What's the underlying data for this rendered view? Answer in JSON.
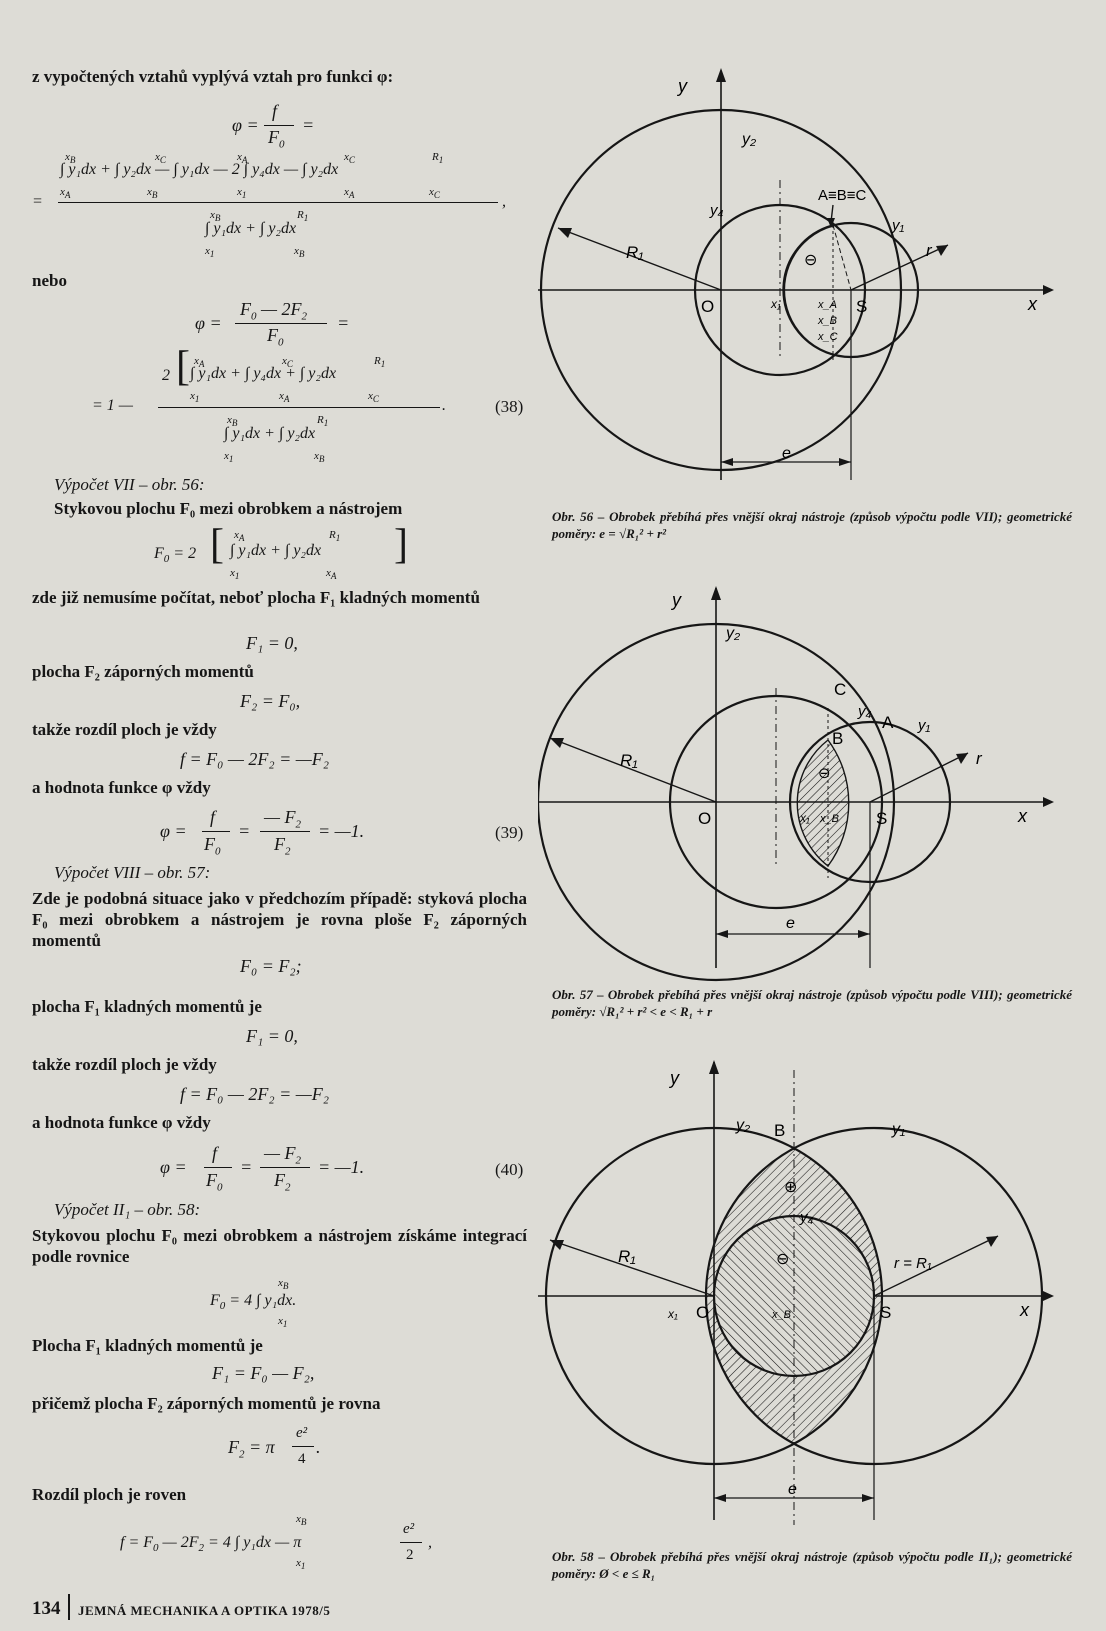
{
  "text": {
    "intro": "z vypočtených vztahů vyplývá vztah pro funkci φ:",
    "nebo": "nebo",
    "sec7": "Výpočet VII – obr. 56:",
    "sec7_p1": "Stykovou plochu F₀ mezi obrobkem a nástrojem",
    "sec7_p2": "zde již nemusíme počítat, neboť plocha F₁ kladných momentů",
    "eq_f1_zero": "F₁ = 0,",
    "plocha_f2": "plocha F₂ záporných momentů",
    "eq_f2_f0": "F₂ = F₀,",
    "takze": "takže rozdíl ploch je vždy",
    "eq_f_diff": "f = F₀ — 2F₂ = —F₂",
    "hodnota": "a hodnota funkce φ vždy",
    "eq39_tail": "= —1.",
    "eq39_num": "(39)",
    "sec8": "Výpočet VIII – obr. 57:",
    "sec8_p": "Zde je podobná situace jako v předchozím případě: styková plocha F₀ mezi obrobkem a nástrojem je rovna ploše F₂ záporných momentů",
    "eq_f0_f2": "F₀ = F₂;",
    "plocha_f1_kl": "plocha F₁ kladných momentů je",
    "eq_f1_zero2": "F₁ = 0,",
    "takze2": "takže rozdíl ploch je vždy",
    "eq_f_diff2": "f = F₀ — 2F₂ = —F₂",
    "hodnota2": "a hodnota funkce φ vždy",
    "eq40_tail": "= —1.",
    "eq40_num": "(40)",
    "sec_ii": "Výpočet II₁ – obr. 58:",
    "sec_ii_p": "Stykovou plochu F₀ mezi obrobkem a nástrojem získáme integrací podle rovnice",
    "plocha_f1_2": "Plocha F₁ kladných momentů je",
    "eq_f1_f0f2": "F₁ = F₀ — F₂,",
    "pricemz": "přičemž plocha F₂ záporných momentů je rovna",
    "rozdil": "Rozdíl ploch je roven",
    "eq38_num": "(38)"
  },
  "figures": {
    "fig56": {
      "caption": "Obr. 56 – Obrobek přebíhá přes vnější okraj nástroje (způsob výpočtu podle VII); geometrické poměry: e = √R₁² + r²",
      "labels": {
        "y": "y",
        "x": "x",
        "y2": "y₂",
        "y4": "y₄",
        "y1": "y₁",
        "abc": "A≡B≡C",
        "r": "r",
        "R1": "R₁",
        "O": "O",
        "x1": "x₁",
        "xA": "x_A",
        "xB": "x_B",
        "xC": "x_C",
        "S": "S",
        "e": "e",
        "minus": "⊖"
      }
    },
    "fig57": {
      "caption": "Obr. 57 – Obrobek přebíhá přes vnější okraj nástroje (způsob výpočtu podle VIII); geometrické poměry: √R₁² + r² < e < R₁ + r",
      "labels": {
        "y": "y",
        "x": "x",
        "y2": "y₂",
        "C": "C",
        "y4": "y₄",
        "A": "A",
        "B": "B",
        "y1": "y₁",
        "r": "r",
        "R1": "R₁",
        "O": "O",
        "x1": "x₁",
        "xB": "x_B",
        "S": "S",
        "e": "e",
        "minus": "⊖"
      }
    },
    "fig58": {
      "caption": "Obr. 58 – Obrobek přebíhá přes vnější okraj nástroje (způsob výpočtu podle II₁); geometrické poměry: Ø < e ≤ R₁",
      "labels": {
        "y": "y",
        "x": "x",
        "y2": "y₂",
        "B": "B",
        "y1": "y₁",
        "y4": "y₄",
        "R1": "R₁",
        "r_eq": "r = R₁",
        "x1": "x₁",
        "O": "O",
        "xB": "x_B",
        "S": "S",
        "e": "e",
        "plus": "⊕",
        "minus": "⊖"
      }
    }
  },
  "footer": {
    "page": "134",
    "journal": "JEMNÁ MECHANIKA A OPTIKA 1978/5"
  }
}
